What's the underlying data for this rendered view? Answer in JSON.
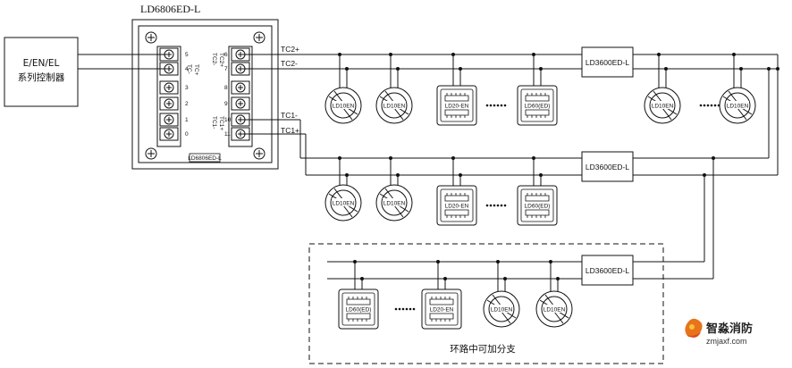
{
  "module": {
    "title": "LD6806ED-L",
    "bottom_label": "LD6806ED-L",
    "left_terminals": [
      "0",
      "1",
      "2",
      "3",
      "4",
      "5"
    ],
    "right_terminals": [
      "6",
      "7",
      "8",
      "9",
      "10",
      "11"
    ],
    "left_markings": [
      "TC1+",
      "TC1-"
    ],
    "right_markings": [
      "TC2+",
      "TC2-",
      "TC1+",
      "TC1-"
    ],
    "side_labels": [
      "TC+",
      "TC-"
    ]
  },
  "controller": {
    "line1": "E/EN/EL",
    "line2": "系列控制器"
  },
  "lines": {
    "tc2_plus": "TC2+",
    "tc2_minus": "TC2-",
    "tc1_minus": "TC1-",
    "tc1_plus": "TC1+"
  },
  "isolators": {
    "top": "LD3600ED-L",
    "mid": "LD3600ED-L",
    "bottom": "LD3600ED-L"
  },
  "row1": [
    {
      "label": "LD10EN"
    },
    {
      "label": "LD10EN"
    },
    {
      "label": "LD20-EN"
    },
    {
      "label": "LD60(ED)"
    },
    {
      "label": "LD10EN"
    },
    {
      "label": "LD10EN"
    }
  ],
  "row2": [
    {
      "label": "LD10EN"
    },
    {
      "label": "LD10EN"
    },
    {
      "label": "LD20-EN"
    },
    {
      "label": "LD60(ED)"
    }
  ],
  "row3": [
    {
      "label": "LD60(ED)"
    },
    {
      "label": "LD20-EN"
    },
    {
      "label": "LD10EN"
    },
    {
      "label": "LD10EN"
    }
  ],
  "branch_caption": "环路中可加分支",
  "watermark": {
    "brand": "智淼消防",
    "url": "zmjaxf.com"
  }
}
